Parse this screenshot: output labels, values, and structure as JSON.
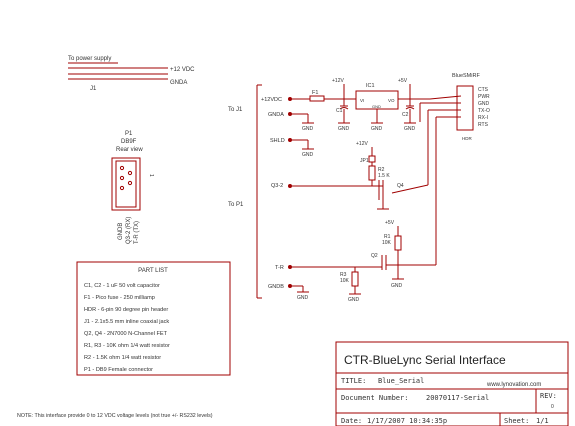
{
  "power_header": {
    "to_power_supply": "To power supply",
    "v12": "+12 VDC",
    "gnda": "GNDA",
    "j1": "J1"
  },
  "db9": {
    "ref": "P1",
    "type": "DB9F",
    "view": "Rear view",
    "pin_labels": [
      "GNDB",
      "Q3-2 (RX)",
      "T-R (TX)"
    ]
  },
  "parts": {
    "title": "PART LIST",
    "items": [
      "C1, C2 - 1 uF 50 volt capacitor",
      "F1 - Pico fuse - 250 milliamp",
      "HDR - 6-pin 90 degree pin header",
      "J1 - 2.1x5.5 mm inline coaxial jack",
      "Q2, Q4 - 2N7000 N-Channel FET",
      "R1, R3 - 10K ohm 1/4 watt resistor",
      "R2 - 1.5K ohm 1/4 watt resistor",
      "P1 - DB9 Female connector"
    ]
  },
  "note": "NOTE: This interface provide 0 to 12 VDC voltage levels (not true +/- RS232 levels)",
  "schematic": {
    "to_j1": "To J1",
    "to_p1": "To P1",
    "v12dc": "+12VDC",
    "gnda": "GNDA",
    "shld": "SHLD",
    "q32": "Q3-2",
    "tr": "T-R",
    "gndb": "GNDB",
    "gnd": "GND",
    "p12v": "+12V",
    "p5v": "+5V",
    "f1": "F1",
    "ic1": "IC1",
    "vi": "VI",
    "vo": "VO",
    "c1": "C1",
    "c2": "C2",
    "jp1": "JP1",
    "r2": "R2",
    "r2_val": "1.5 K",
    "q4": "Q4",
    "r1": "R1",
    "r1_val": "10K",
    "q2": "Q2",
    "r3": "R3",
    "r3_val": "10K",
    "header_title": "BlueSMiRF",
    "header_pins": [
      "CTS",
      "PWR",
      "GND",
      "TX-O",
      "RX-I",
      "RTS"
    ],
    "hdr": "HDR"
  },
  "title_block": {
    "main_title": "CTR-BlueLync Serial Interface",
    "title_label": "TITLE:",
    "title_value": "Blue_Serial",
    "website": "www.lynovation.com",
    "docnum_label": "Document Number:",
    "docnum_value": "20070117-Serial",
    "rev_label": "REV:",
    "rev_value": "0",
    "date_label": "Date:",
    "date_value": "1/17/2007 10:34:35p",
    "sheet_label": "Sheet:",
    "sheet_value": "1/1"
  }
}
